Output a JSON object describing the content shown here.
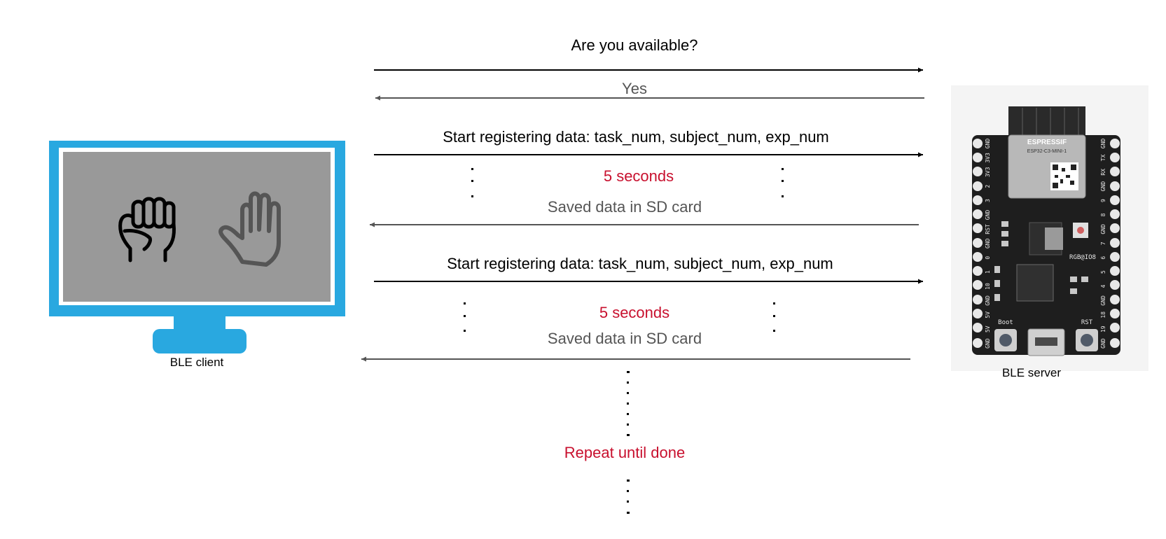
{
  "messages": {
    "m1": "Are you available?",
    "m2": "Yes",
    "m3": "Start registering data:  task_num, subject_num, exp_num",
    "m4": "5 seconds",
    "m5": "Saved data in SD card",
    "m6": "Start registering data:  task_num, subject_num, exp_num",
    "m7": "5 seconds",
    "m8": "Saved data in SD card",
    "repeat": "Repeat until done"
  },
  "client": {
    "caption": "BLE client"
  },
  "server": {
    "caption": "BLE server",
    "module_brand": "ESPRESSIF",
    "module_model": "ESP32-C3-MINI-1",
    "led_label": "RGB@IO8",
    "boot_label": "Boot",
    "rst_label": "RST",
    "left_pins": [
      "GND",
      "3V3",
      "3V3",
      "2",
      "3",
      "GND",
      "RST",
      "GND",
      "0",
      "1",
      "10",
      "GND",
      "5V",
      "5V",
      "GND"
    ],
    "right_pins": [
      "GND",
      "TX",
      "RX",
      "GND",
      "9",
      "8",
      "GND",
      "7",
      "6",
      "5",
      "4",
      "GND",
      "18",
      "19",
      "GND"
    ]
  },
  "colors": {
    "monitor_blue": "#29a8e0",
    "screen_grey": "#999999",
    "arrow_black": "#000000",
    "arrow_grey": "#555555",
    "highlight_red": "#c8102e",
    "board_black": "#1e1e1e"
  },
  "icons": [
    "fist-icon",
    "open-hand-icon"
  ]
}
